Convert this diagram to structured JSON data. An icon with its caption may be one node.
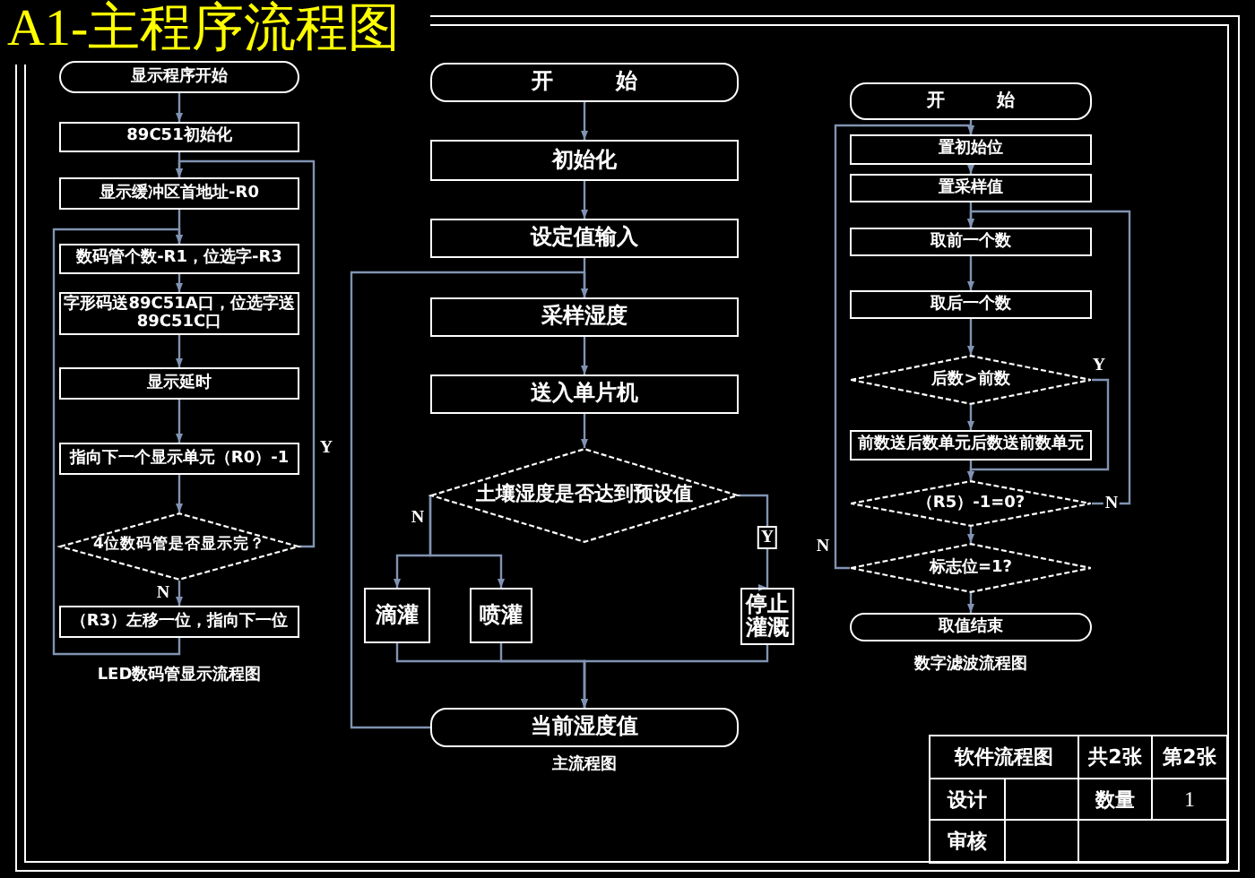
{
  "diagram": {
    "title": "A1-主程序流程图",
    "nodes": [
      {
        "text": [
          "显示程序开始"
        ]
      },
      {
        "text": [
          "89C51初始化"
        ]
      },
      {
        "text": [
          "显示缓冲区首地址-R0"
        ]
      },
      {
        "text": [
          "数码管个数-R1，位选字-R3"
        ]
      },
      {
        "text": [
          "字形码送89C51A口，位选字送89C51C口"
        ]
      },
      {
        "text": [
          "显示延时"
        ]
      },
      {
        "text": [
          "指向下一个显示单元（R0）-1"
        ]
      },
      {
        "text": [
          "4位数码管是否显示完？"
        ]
      },
      {
        "text": [
          "（R3）左移一位，指向下一位"
        ]
      },
      {
        "text": [
          "开 始"
        ]
      },
      {
        "text": [
          "初始化"
        ]
      },
      {
        "text": [
          "设定值输入"
        ]
      },
      {
        "text": [
          "采样湿度"
        ]
      },
      {
        "text": [
          "送入单片机"
        ]
      },
      {
        "text": [
          "土壤湿度是否达到预设值"
        ]
      },
      {
        "text": [
          "滴灌"
        ]
      },
      {
        "text": [
          "喷灌"
        ]
      },
      {
        "text": [
          "停止灌溉"
        ]
      },
      {
        "text": [
          "当前湿度值"
        ]
      },
      {
        "text": [
          "开 始"
        ]
      },
      {
        "text": [
          "置初始位"
        ]
      },
      {
        "text": [
          "置采样值"
        ]
      },
      {
        "text": [
          "取前一个数"
        ]
      },
      {
        "text": [
          "取后一个数"
        ]
      },
      {
        "text": [
          "后数>前数"
        ]
      },
      {
        "text": [
          "前数送后数单元后数送前数单元"
        ]
      },
      {
        "text": [
          "（R5）-1=0?"
        ]
      },
      {
        "text": [
          "标志位=1?"
        ]
      },
      {
        "text": [
          "取值结束"
        ]
      }
    ],
    "edges": [
      {
        "from": 0,
        "to": 1,
        "arrow": "to"
      },
      {
        "from": 1,
        "to": 2,
        "arrow": "to"
      },
      {
        "from": 2,
        "to": 3,
        "arrow": "to"
      },
      {
        "from": 3,
        "to": 4,
        "arrow": "to"
      },
      {
        "from": 4,
        "to": 5,
        "arrow": "to"
      },
      {
        "from": 5,
        "to": 6,
        "arrow": "to"
      },
      {
        "from": 6,
        "to": 7,
        "arrow": "to"
      },
      {
        "from": 7,
        "to": 2,
        "arrow": "to",
        "label": "Y"
      },
      {
        "from": 7,
        "to": 8,
        "arrow": "to",
        "label": "N"
      },
      {
        "from": 8,
        "to": 3,
        "arrow": "to"
      },
      {
        "from": 9,
        "to": 10,
        "arrow": "to"
      },
      {
        "from": 10,
        "to": 11,
        "arrow": "to"
      },
      {
        "from": 11,
        "to": 12,
        "arrow": "to"
      },
      {
        "from": 12,
        "to": 13,
        "arrow": "to"
      },
      {
        "from": 13,
        "to": 14,
        "arrow": "to"
      },
      {
        "from": 14,
        "to": 15,
        "arrow": "to",
        "label": "N"
      },
      {
        "from": 14,
        "to": 16,
        "arrow": "to"
      },
      {
        "from": 14,
        "to": 17,
        "arrow": "to",
        "label": "Y"
      },
      {
        "from": 15,
        "to": 18,
        "arrow": "to"
      },
      {
        "from": 16,
        "to": 18,
        "arrow": "to"
      },
      {
        "from": 17,
        "to": 18,
        "arrow": "to"
      },
      {
        "from": 18,
        "to": 12,
        "arrow": "to"
      },
      {
        "from": 19,
        "to": 20,
        "arrow": "to"
      },
      {
        "from": 20,
        "to": 21,
        "arrow": "to"
      },
      {
        "from": 21,
        "to": 22,
        "arrow": "to"
      },
      {
        "from": 22,
        "to": 23,
        "arrow": "to"
      },
      {
        "from": 23,
        "to": 24,
        "arrow": "to"
      },
      {
        "from": 24,
        "to": 25,
        "arrow": "to"
      },
      {
        "from": 24,
        "to": 26,
        "arrow": "to",
        "label": "Y"
      },
      {
        "from": 25,
        "to": 26,
        "arrow": "to"
      },
      {
        "from": 26,
        "to": 22,
        "arrow": "to",
        "label": "N"
      },
      {
        "from": 26,
        "to": 27,
        "arrow": "to"
      },
      {
        "from": 27,
        "to": 20,
        "arrow": "to",
        "label": "N"
      },
      {
        "from": 27,
        "to": 28,
        "arrow": "to"
      }
    ],
    "labels": [
      "LED数码管显示流程图",
      "主流程图",
      "数字滤波流程图",
      "软件流程图",
      "共2张",
      "第2张",
      "设计",
      "数量",
      "1",
      "审核"
    ]
  }
}
